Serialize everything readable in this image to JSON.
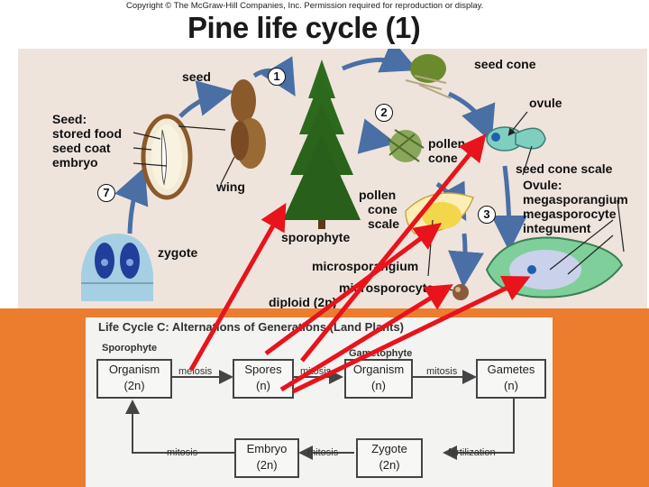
{
  "header": {
    "copyright": "Copyright © The McGraw-Hill Companies, Inc. Permission required for reproduction or display.",
    "title": "Pine life cycle (1)"
  },
  "pine_diagram": {
    "steps": [
      "1",
      "2",
      "3",
      "7"
    ],
    "labels": {
      "seed": "seed",
      "seed_heading": "Seed:",
      "stored_food": "stored food",
      "seed_coat": "seed coat",
      "embryo": "embryo",
      "wing": "wing",
      "seed_cone": "seed cone",
      "ovule": "ovule",
      "pollen_cone_1": "pollen",
      "pollen_cone_2": "cone",
      "seed_cone_scale": "seed cone scale",
      "ovule_heading": "Ovule:",
      "megasporangium": "megasporangium",
      "megasporocyte": "megasporocyte",
      "integument": "integument",
      "pollen_cone_scale_1": "pollen",
      "pollen_cone_scale_2": "cone",
      "pollen_cone_scale_3": "scale",
      "sporophyte": "sporophyte",
      "zygote": "zygote",
      "microsporangium": "microsporangium",
      "microsporocyte": "microsporocyte",
      "diploid": "diploid (2n)"
    }
  },
  "life_cycle": {
    "heading": "Life Cycle C: Alternations of Generations (Land Plants)",
    "sporophyte_label": "Sporophyte",
    "gametophyte_label": "Gametophyte",
    "boxes": {
      "organism_2n": {
        "name": "Organism",
        "ploidy": "(2n)"
      },
      "spores": {
        "name": "Spores",
        "ploidy": "(n)"
      },
      "organism_n": {
        "name": "Organism",
        "ploidy": "(n)"
      },
      "gametes": {
        "name": "Gametes",
        "ploidy": "(n)"
      },
      "embryo": {
        "name": "Embryo",
        "ploidy": "(2n)"
      },
      "zygote": {
        "name": "Zygote",
        "ploidy": "(2n)"
      }
    },
    "arrows": {
      "meiosis": "meiosis",
      "mitosis_1": "mitosis",
      "mitosis_2": "mitosis",
      "fertilization": "fertilization",
      "mitosis_3": "mitosis",
      "mitosis_4": "mitosis"
    }
  },
  "colors": {
    "background_band": "#ed7d2e",
    "annotation_arrow": "#e8131b",
    "pine_panel_bg": "#eee4dc",
    "cycle_arrow": "#4a6fa5"
  }
}
